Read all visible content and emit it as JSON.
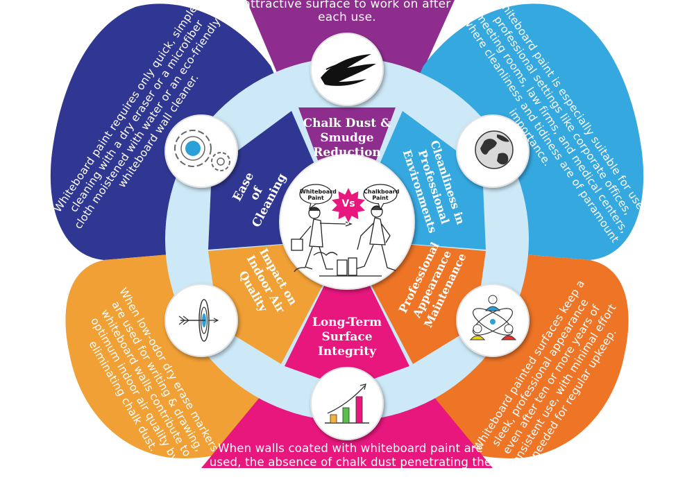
{
  "center": {
    "left_label": "Whiteboard\nPaint",
    "right_label": "Chalkboard\nPaint",
    "vs": "Vs"
  },
  "colors": {
    "purple": "#8E2D8E",
    "blue": "#2F3792",
    "sky": "#36A8E0",
    "orange_light": "#F0A035",
    "orange": "#EE7426",
    "pink": "#E8177E",
    "ring": "#CDE9F8"
  },
  "segments": [
    {
      "id": "dust",
      "label": "Chalk Dust &\nSmudge\nReduction",
      "icon": "black-brush-stroke-icon",
      "text": "...igh quality and ... clean, attractive surface to work on after each use."
    },
    {
      "id": "cleaning",
      "label": "Ease\nof\nCleaning",
      "icon": "gears-icon",
      "text": "Whiteboard paint requires only quick, simple cleaning with a dry eraser or a microfiber cloth moistened with water or an eco-friendly whiteboard wall cleaner."
    },
    {
      "id": "professional",
      "label": "Cleanliness in\nProfessional\nEnvironments",
      "icon": "globe-icon",
      "text": "Whiteboard paint is especially suitable for use in professional settings like corporate offices, meeting rooms, law firms, and medical centers, where cleanliness and tidiness are of paramount importance."
    },
    {
      "id": "air",
      "label": "Impact on\nIndoor Air\nQuality",
      "icon": "target-arrow-icon",
      "text": "When low-odor dry erase markers are used for writing & drawing, whiteboard walls contribute to optimum indoor air quality by eliminating chalk dust."
    },
    {
      "id": "appearance",
      "label": "Professional\nAppearance\nMaintenance",
      "icon": "team-network-icon",
      "text": "Whiteboard painted surfaces keep a sleek, professional appearance even after ten or more years of consistent use, with minimal effort needed for regular upkeep."
    },
    {
      "id": "integrity",
      "label": "Long-Term\nSurface\nIntegrity",
      "icon": "growth-chart-icon",
      "text": "When walls coated with whiteboard paint are used, the absence of chalk dust penetrating the"
    }
  ]
}
